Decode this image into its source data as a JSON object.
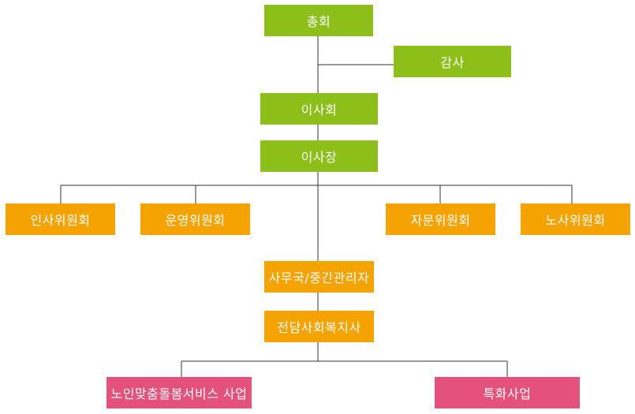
{
  "colors": {
    "green": "#8cbf1a",
    "orange": "#f4a300",
    "pink": "#e4517a",
    "line": "#333333"
  },
  "org": {
    "general_assembly": "총회",
    "auditor": "감사",
    "board": "이사회",
    "chairman": "이사장",
    "committees": {
      "personnel": "인사위원회",
      "operations": "운영위원회",
      "advisory": "자문위원회",
      "labor": "노사위원회"
    },
    "secretariat": "사무국/중간관리자",
    "social_worker": "전담사회복지사",
    "programs": {
      "elderly_care": "노인맞춤돌봄서비스 사업",
      "special": "특화사업"
    }
  }
}
